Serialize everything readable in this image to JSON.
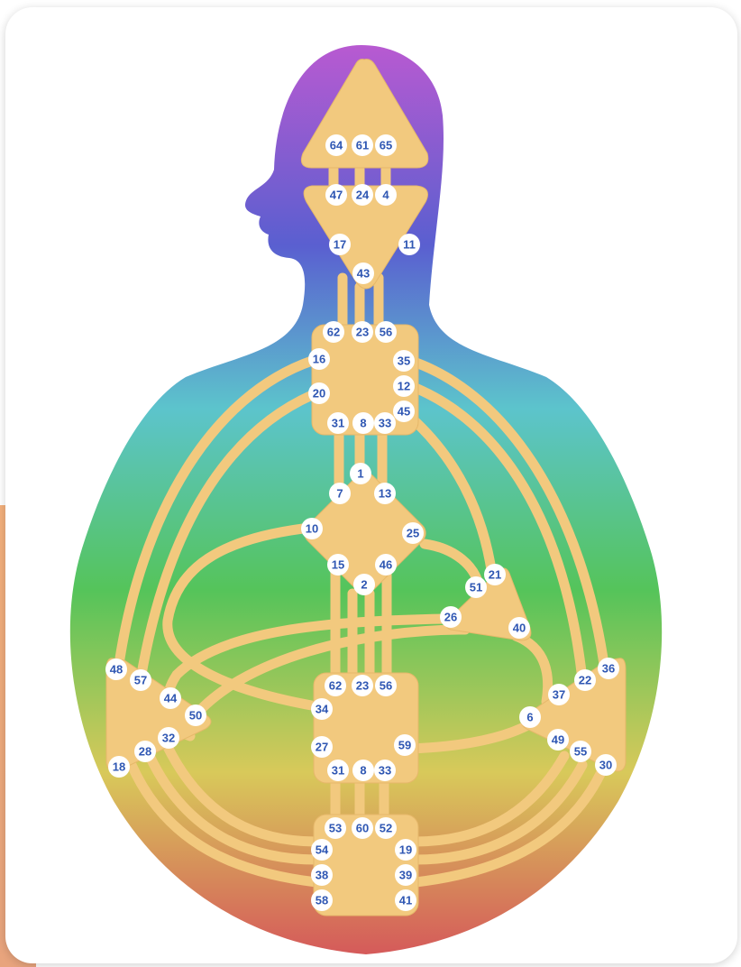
{
  "body_gradient": [
    "#b85ad1",
    "#5a5fd0",
    "#5cc4cc",
    "#55c45a",
    "#d8c95a",
    "#d55a5a"
  ],
  "center_color": "#f2c97e",
  "gate_text_color": "#2f57b3",
  "centers": {
    "head": {
      "gates": [
        "64",
        "61",
        "65"
      ]
    },
    "ajna": {
      "gates": [
        "47",
        "24",
        "4",
        "17",
        "11",
        "43"
      ]
    },
    "throat": {
      "gates": [
        "62",
        "23",
        "56",
        "16",
        "35",
        "20",
        "12",
        "45",
        "31",
        "8",
        "33"
      ]
    },
    "g": {
      "gates": [
        "1",
        "7",
        "13",
        "10",
        "25",
        "15",
        "46",
        "2"
      ]
    },
    "ego": {
      "gates": [
        "21",
        "51",
        "26",
        "40"
      ]
    },
    "spleen": {
      "gates": [
        "48",
        "57",
        "44",
        "50",
        "32",
        "28",
        "18"
      ]
    },
    "sacral": {
      "gates": [
        "62",
        "23",
        "56",
        "34",
        "27",
        "59",
        "31",
        "8",
        "33"
      ]
    },
    "solar_plexus": {
      "gates": [
        "36",
        "22",
        "37",
        "6",
        "49",
        "55",
        "30"
      ]
    },
    "root": {
      "gates": [
        "53",
        "60",
        "52",
        "54",
        "19",
        "38",
        "39",
        "58",
        "41"
      ]
    }
  }
}
